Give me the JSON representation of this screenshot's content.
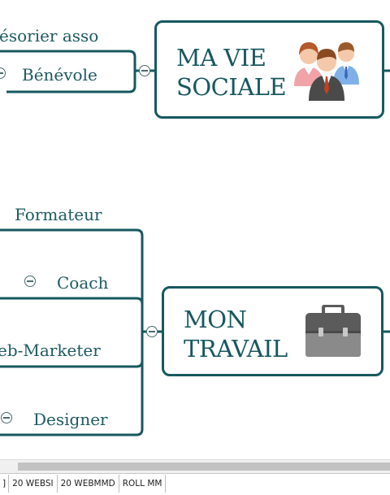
{
  "nodes": {
    "ma_vie_sociale": "MA VIE\nSOCIALE",
    "mon_travail": "MON\nTRAVAIL",
    "tresorier_asso": "ésorier asso",
    "benevole": "Bénévole",
    "formateur": "Formateur",
    "coach": "Coach",
    "web_marketer": "eb-Marketer",
    "designer": "Designer"
  },
  "icons": {
    "social": "people-group-icon",
    "work": "briefcase-icon"
  },
  "sheet_tabs": [
    "]",
    "20 WEBSI",
    "20 WEBMMD",
    "ROLL MM"
  ],
  "colors": {
    "topic_border": "#17585f",
    "text": "#1d5a60",
    "briefcase": "#5b5b5b"
  }
}
